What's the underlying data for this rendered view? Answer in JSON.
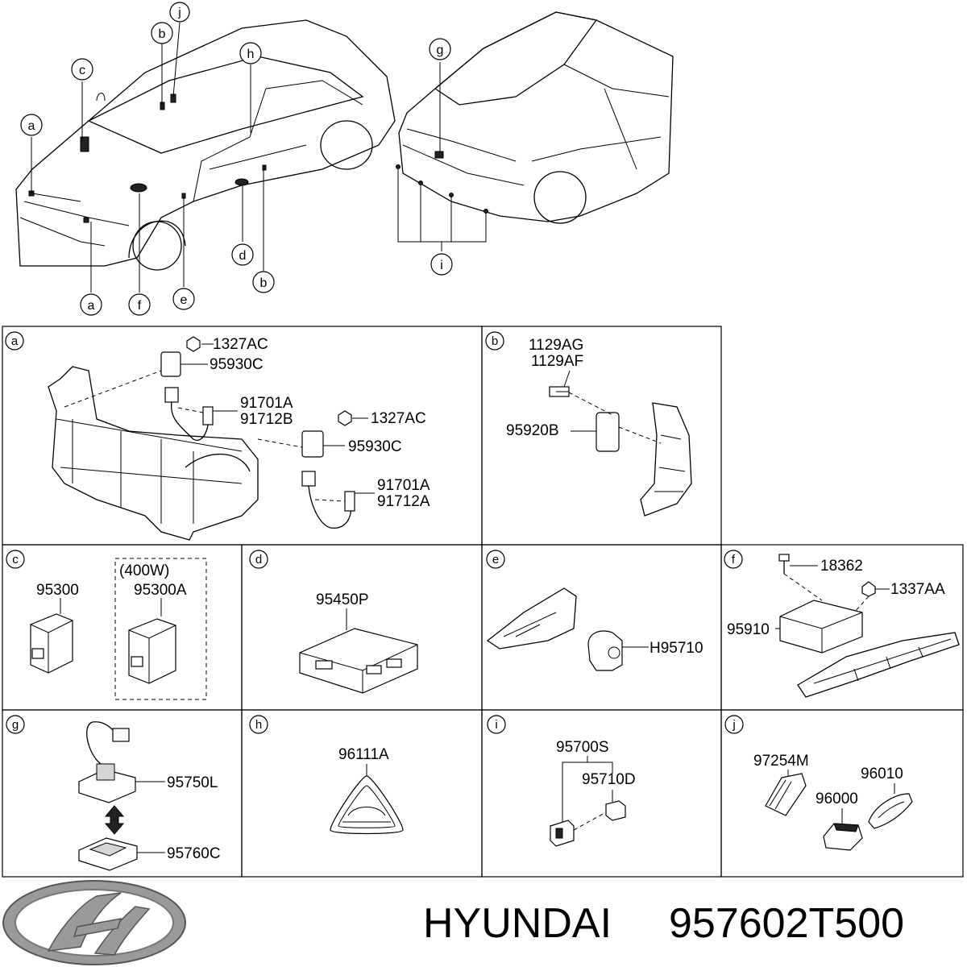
{
  "overview": {
    "front_callouts": [
      "a",
      "b",
      "c",
      "h",
      "j",
      "a",
      "f",
      "e",
      "d",
      "b"
    ],
    "rear_callouts": [
      "g",
      "i"
    ]
  },
  "panels": {
    "a": {
      "letter": "a",
      "labels": [
        "1327AC",
        "95930C",
        "91701A",
        "91712B",
        "1327AC",
        "95930C",
        "91701A",
        "91712A"
      ]
    },
    "b": {
      "letter": "b",
      "labels": [
        "1129AG",
        "1129AF",
        "95920B"
      ]
    },
    "c": {
      "letter": "c",
      "labels": [
        "95300",
        "(400W)",
        "95300A"
      ]
    },
    "d": {
      "letter": "d",
      "labels": [
        "95450P"
      ]
    },
    "e": {
      "letter": "e",
      "labels": [
        "H95710"
      ]
    },
    "f": {
      "letter": "f",
      "labels": [
        "18362",
        "1337AA",
        "95910"
      ]
    },
    "g": {
      "letter": "g",
      "labels": [
        "95750L",
        "95760C"
      ]
    },
    "h": {
      "letter": "h",
      "labels": [
        "96111A"
      ]
    },
    "i": {
      "letter": "i",
      "labels": [
        "95700S",
        "95710D"
      ]
    },
    "j": {
      "letter": "j",
      "labels": [
        "97254M",
        "96010",
        "96000"
      ]
    }
  },
  "footer": {
    "brand": "HYUNDAI",
    "part_number": "957602T500",
    "logo": "hyundai-logo-icon"
  },
  "colors": {
    "line": "#000000",
    "background": "#ffffff",
    "logo_grey": "#9a9a9a"
  }
}
